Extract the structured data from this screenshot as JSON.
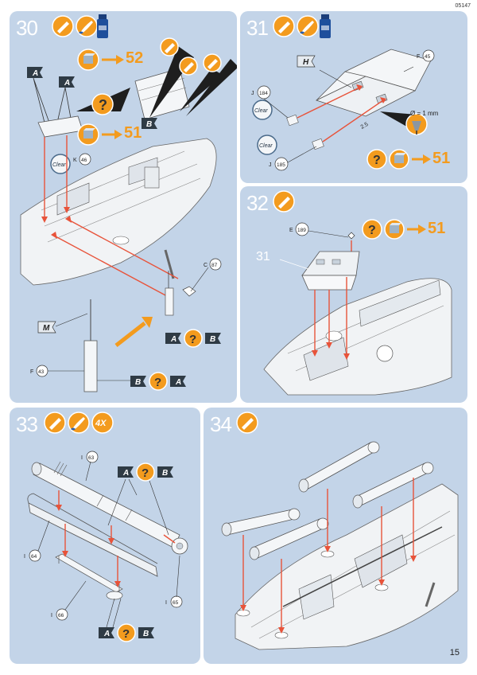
{
  "catalog_code": "05147",
  "page_number": "15",
  "colors": {
    "panel": "#c3d4e8",
    "orange": "#f39b1e",
    "arrow_red": "#e8533a",
    "dark_tag": "#2f3b45",
    "white": "#ffffff"
  },
  "icons": [
    "glue-tube-icon",
    "brush-icon",
    "paint-jar-icon",
    "question-icon",
    "clear-glue-icon",
    "part-box-icon"
  ],
  "steps": [
    {
      "number": "30",
      "ref_top": "52",
      "ref_mid": "51",
      "parts": [
        {
          "letter": "K",
          "num": "46"
        },
        {
          "letter": "C",
          "num": "87"
        },
        {
          "letter": "F",
          "num": "43"
        }
      ],
      "tags": [
        "A",
        "A",
        "B",
        "M",
        "A",
        "B",
        "B",
        "A"
      ],
      "clear_label": "Clear"
    },
    {
      "number": "31",
      "ref": "51",
      "tag": "H",
      "parts": [
        {
          "letter": "F",
          "num": "45"
        },
        {
          "letter": "J",
          "num": "184"
        },
        {
          "letter": "J",
          "num": "185"
        }
      ],
      "drill_note": "Ø = 1 mm",
      "drill_size": "2.5",
      "clear_label": "Clear"
    },
    {
      "number": "32",
      "ref": "51",
      "sub_ref": "31",
      "parts": [
        {
          "letter": "E",
          "num": "189"
        }
      ]
    },
    {
      "number": "33",
      "multiplier": "4X",
      "parts": [
        {
          "letter": "I",
          "num": "63"
        },
        {
          "letter": "I",
          "num": "64"
        },
        {
          "letter": "I",
          "num": "65"
        },
        {
          "letter": "I",
          "num": "66"
        }
      ],
      "tags": [
        "A",
        "B",
        "A",
        "B"
      ]
    },
    {
      "number": "34"
    }
  ]
}
